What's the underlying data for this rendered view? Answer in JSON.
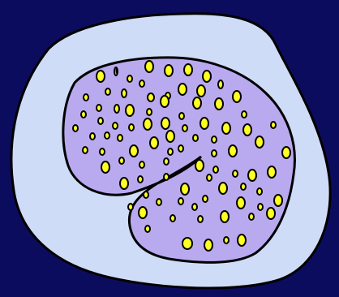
{
  "colors": {
    "background": "#0c0c5e",
    "cytoplasm_fill": "#cfdcf7",
    "nucleus_fill": "#b9aaf0",
    "granule_fill": "#ffff22",
    "outline": "#000000"
  },
  "shapes": {
    "cell": "irregular-oval",
    "nucleus": "kidney-shaped-lobed",
    "granules": "yellow-ovals"
  }
}
